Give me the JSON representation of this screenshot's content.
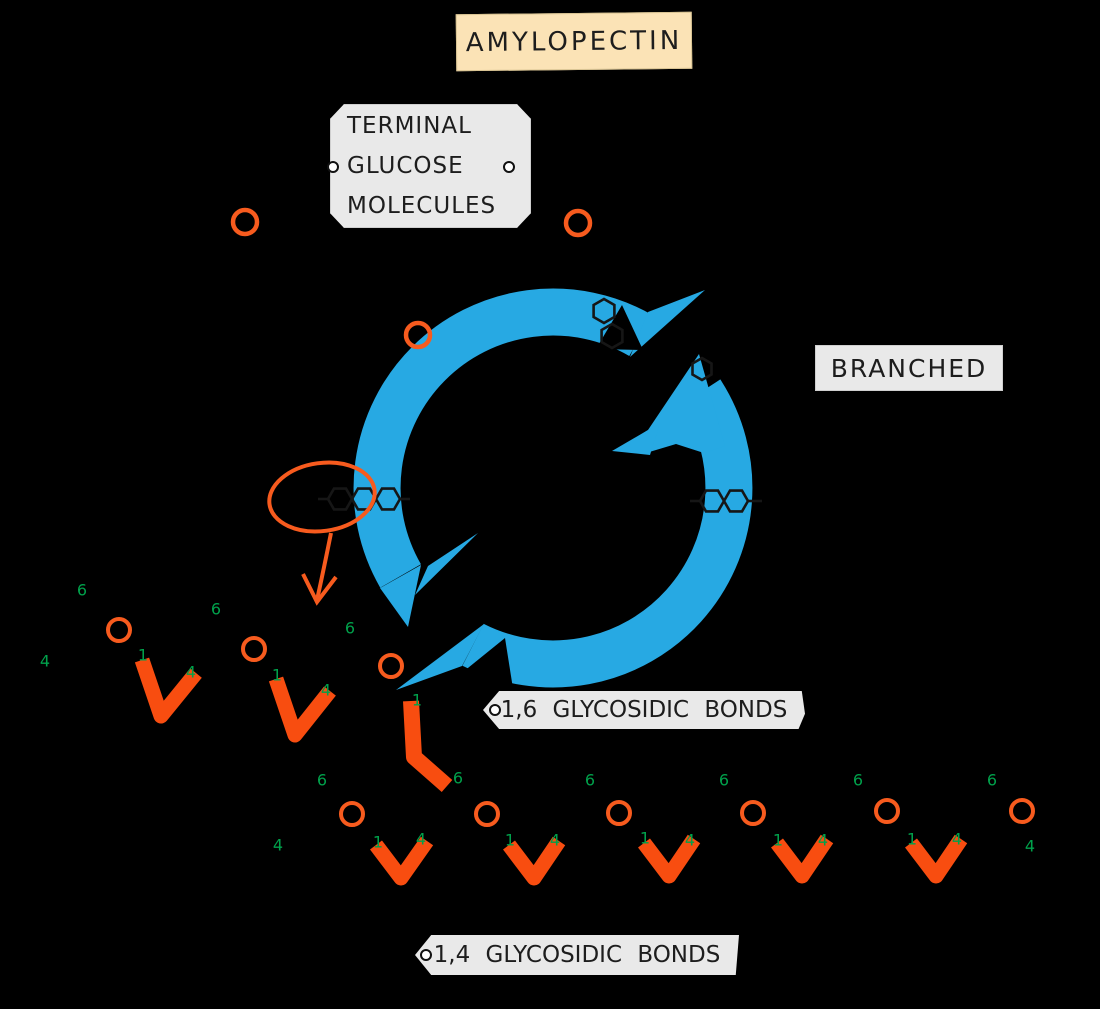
{
  "title": {
    "text": "AMYLOPECTIN"
  },
  "labels": {
    "terminal": {
      "line1": "TERMINAL",
      "line2": "GLUCOSE",
      "line3": "MOLECULES"
    },
    "branched": {
      "text": "BRANCHED"
    },
    "bond16": {
      "text": "1,6 GLYCOSIDIC BONDS"
    },
    "bond14": {
      "text": "1,4 GLYCOSIDIC BONDS"
    }
  },
  "carbon_numbers": {
    "upper_chain": [
      "6",
      "4",
      "1",
      "4",
      "6",
      "1",
      "4",
      "6"
    ],
    "branch_bond": [
      "1",
      "6"
    ],
    "bottom_chain": [
      "4",
      "6",
      "1",
      "4",
      "1",
      "4",
      "6",
      "1",
      "4",
      "6",
      "1",
      "4",
      "6",
      "1",
      "4",
      "6",
      "4"
    ]
  },
  "colors": {
    "coil_blue": "#27A9E3",
    "orange": "#F75B1E",
    "chevron_orange": "#F84D10",
    "number_green": "#00A14B",
    "title_bg": "#FBE3B6",
    "label_bg": "#E9E9E9",
    "hexagon_outline": "#161616",
    "background": "#000000"
  }
}
